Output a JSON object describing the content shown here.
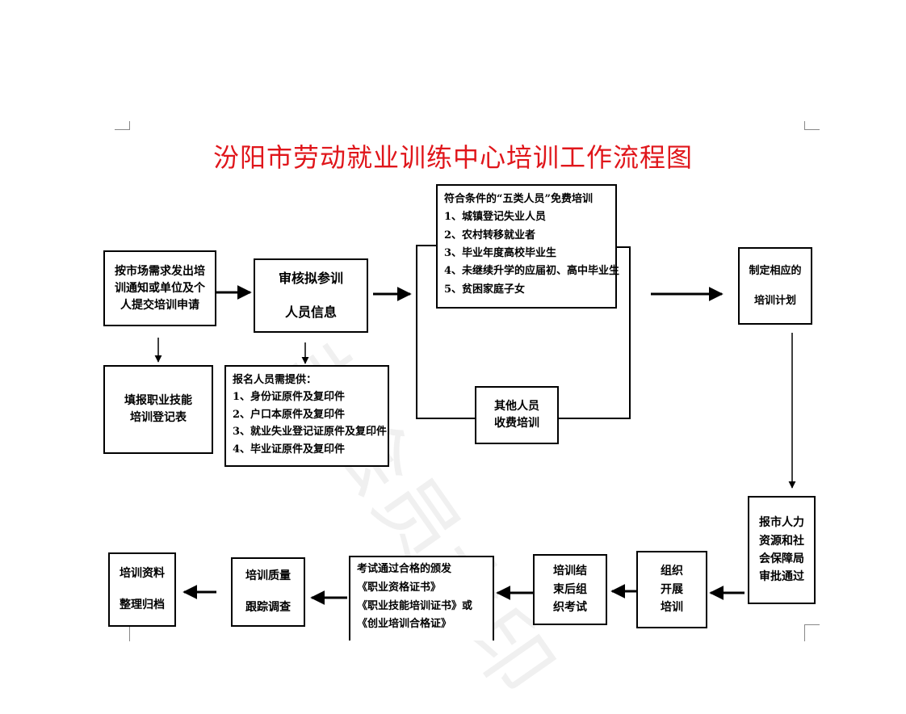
{
  "title": "汾阳市劳动就业训练中心培训工作流程图",
  "watermark": "非会员水印",
  "colors": {
    "title": "#e0161b",
    "line": "#000000"
  },
  "boxes": {
    "publish": [
      "按市场需求发出培",
      "训通知或单位及个",
      "人提交培训申请"
    ],
    "fill_form": [
      "填报职业技能",
      "培训登记表"
    ],
    "review": [
      "审核拟参训",
      "人员信息"
    ],
    "provide": {
      "head": "报名人员需提供：",
      "items": [
        "1、身份证原件及复印件",
        "2、户口本原件及复印件",
        "3、就业失业登记证原件及复印件",
        "4、毕业证原件及复印件"
      ]
    },
    "free": {
      "head": "符合条件的“五类人员”免费培训",
      "items": [
        "1、城镇登记失业人员",
        "2、农村转移就业者",
        "3、毕业年度高校毕业生",
        "4、未继续升学的应届初、高中毕业生",
        "5、贫困家庭子女"
      ]
    },
    "others": [
      "其他人员",
      "收费培训"
    ],
    "plan": [
      "制定相应的",
      "培训计划"
    ],
    "approve": [
      "报市人力",
      "资源和社",
      "会保障局",
      "审批通过"
    ],
    "organize": [
      "组织",
      "开展",
      "培训"
    ],
    "exam": [
      "培训结",
      "束后组",
      "织考试"
    ],
    "cert": {
      "head": "考试通过合格的颁发",
      "items": [
        "《职业资格证书》",
        "《职业技能培训证书》或",
        "《创业培训合格证》"
      ]
    },
    "survey": [
      "培训质量",
      "跟踪调查"
    ],
    "archive": [
      "培训资料",
      "整理归档"
    ]
  }
}
